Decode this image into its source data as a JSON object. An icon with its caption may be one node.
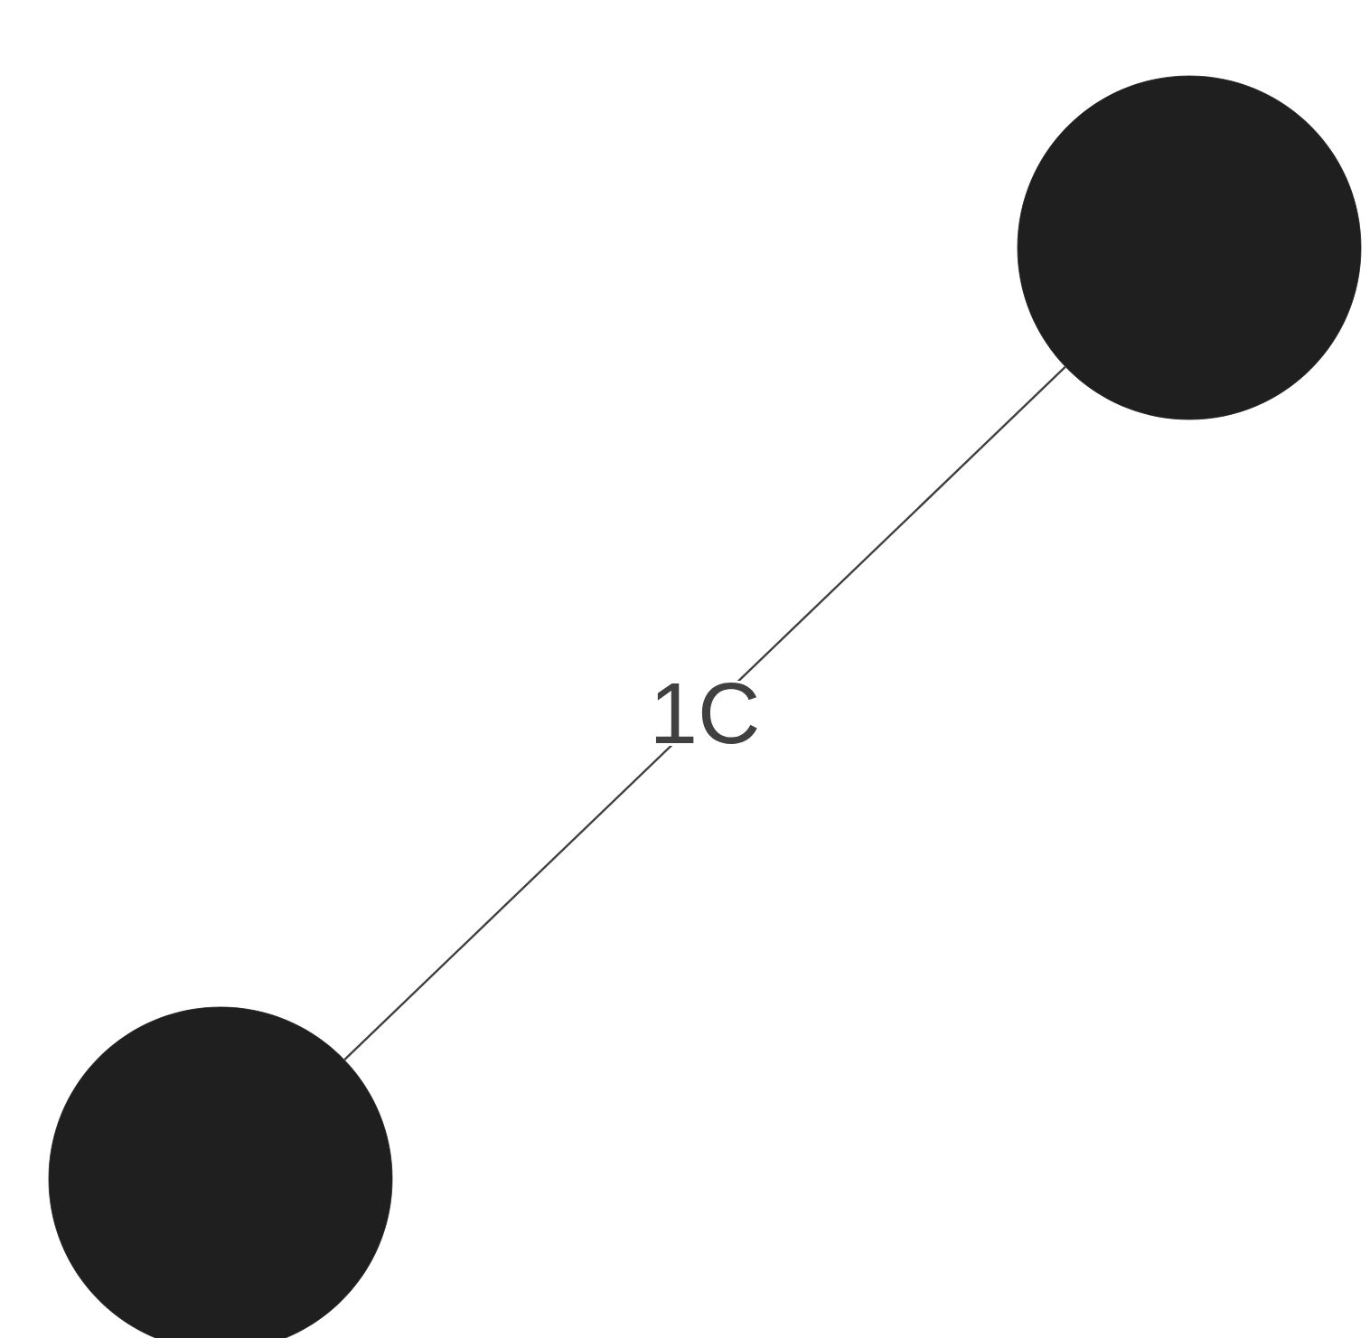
{
  "diagram": {
    "nodes": [
      {
        "text": [],
        "shape": "circle"
      },
      {
        "text": [],
        "shape": "circle"
      }
    ],
    "edges": [
      {
        "from": 0,
        "to": 1,
        "arrow": "none",
        "label": "1C"
      }
    ]
  }
}
